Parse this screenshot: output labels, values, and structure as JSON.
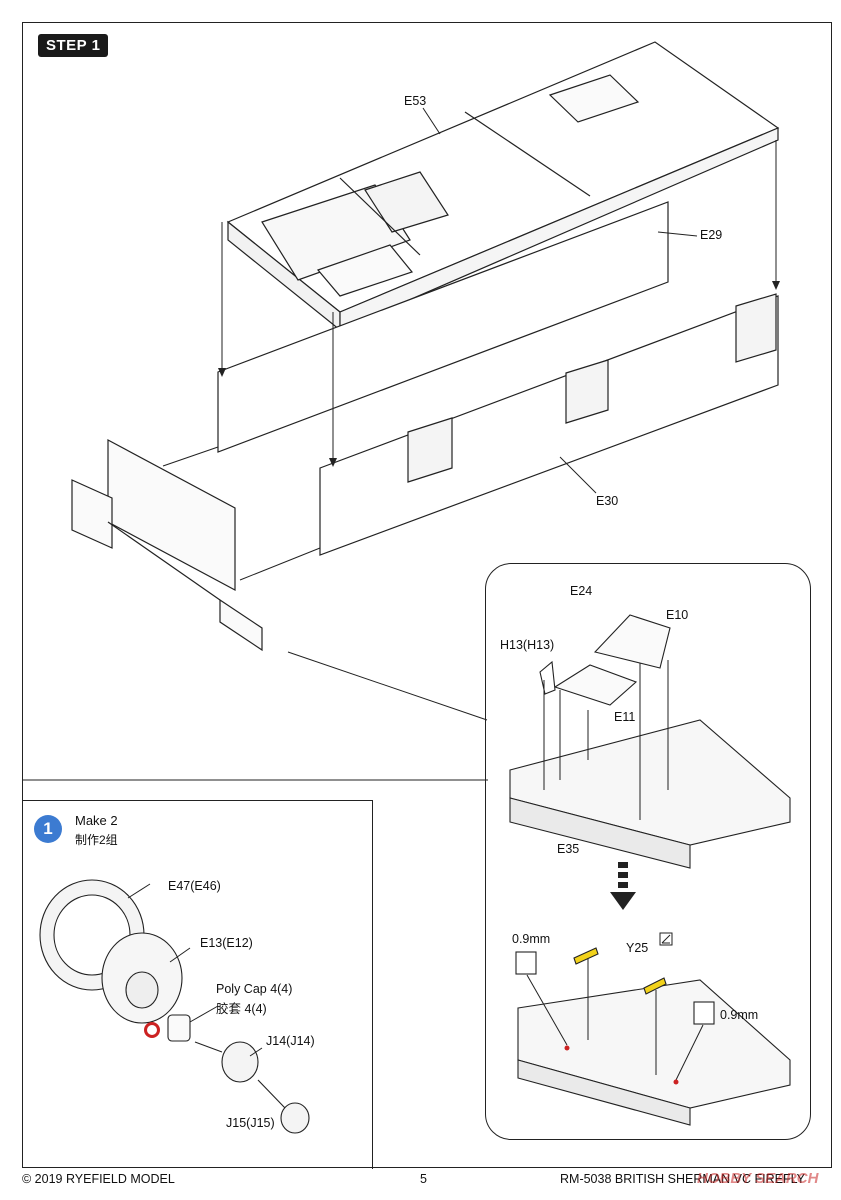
{
  "step": {
    "title": "STEP 1"
  },
  "parts_main": {
    "e53": "E53",
    "e29": "E29",
    "e30": "E30"
  },
  "inset_right": {
    "e24": "E24",
    "e10": "E10",
    "h13": "H13(H13)",
    "e11": "E11",
    "e35": "E35",
    "y25": "Y25",
    "drill_left": "0.9mm",
    "drill_right": "0.9mm"
  },
  "inset_left": {
    "num": "1",
    "make": "Make 2",
    "make_cn": "制作2组",
    "e47": "E47(E46)",
    "e13": "E13(E12)",
    "polycap": "Poly Cap 4(4)",
    "polycap_cn": "胶套  4(4)",
    "j14": "J14(J14)",
    "j15": "J15(J15)"
  },
  "footer": {
    "copyright": "© 2019 RYEFIELD MODEL",
    "page": "5",
    "product": "RM-5038 BRITISH SHERMAN VC FIREFLY"
  },
  "watermark": "HOBBY SEARCH",
  "colors": {
    "accent_blue": "#3c7bd1",
    "highlight_yellow": "#f2d21b",
    "line": "#222222",
    "no_glue_red": "#cc2222"
  }
}
